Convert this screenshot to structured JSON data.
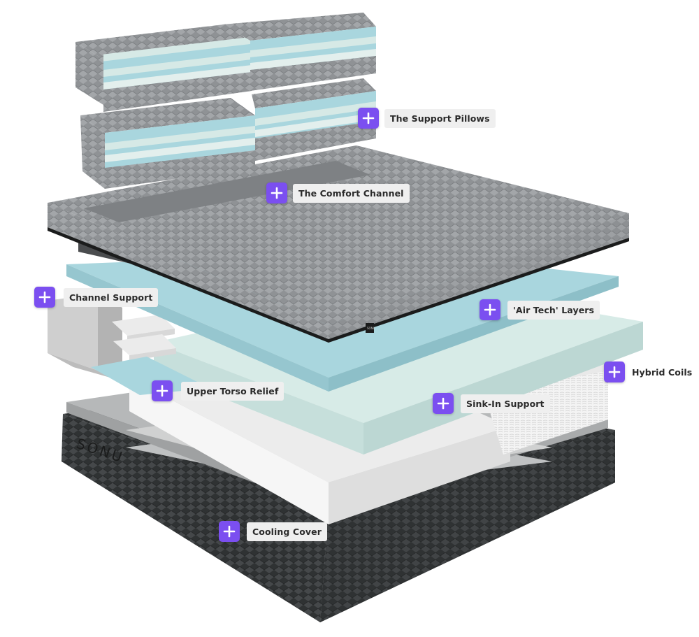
{
  "brand": {
    "logo_text": "SONU",
    "tag_text": "SONU"
  },
  "hotspots": [
    {
      "id": "support-pillows",
      "label": "The Support Pillows"
    },
    {
      "id": "comfort-channel",
      "label": "The Comfort Channel"
    },
    {
      "id": "channel-support",
      "label": "Channel Support"
    },
    {
      "id": "air-tech-layers",
      "label": "'Air Tech' Layers"
    },
    {
      "id": "hybrid-coils",
      "label": "Hybrid Coils"
    },
    {
      "id": "upper-torso-relief",
      "label": "Upper Torso Relief"
    },
    {
      "id": "sink-in-support",
      "label": "Sink-In Support"
    },
    {
      "id": "cooling-cover",
      "label": "Cooling Cover"
    }
  ],
  "colors": {
    "accent": "#7b4ff0",
    "foam_blue": "#a9d6de",
    "foam_light": "#d6e9e6",
    "cover_gray": "#8e9194",
    "base_dark": "#3d4042"
  },
  "icons": {
    "hotspot": "plus-icon"
  }
}
